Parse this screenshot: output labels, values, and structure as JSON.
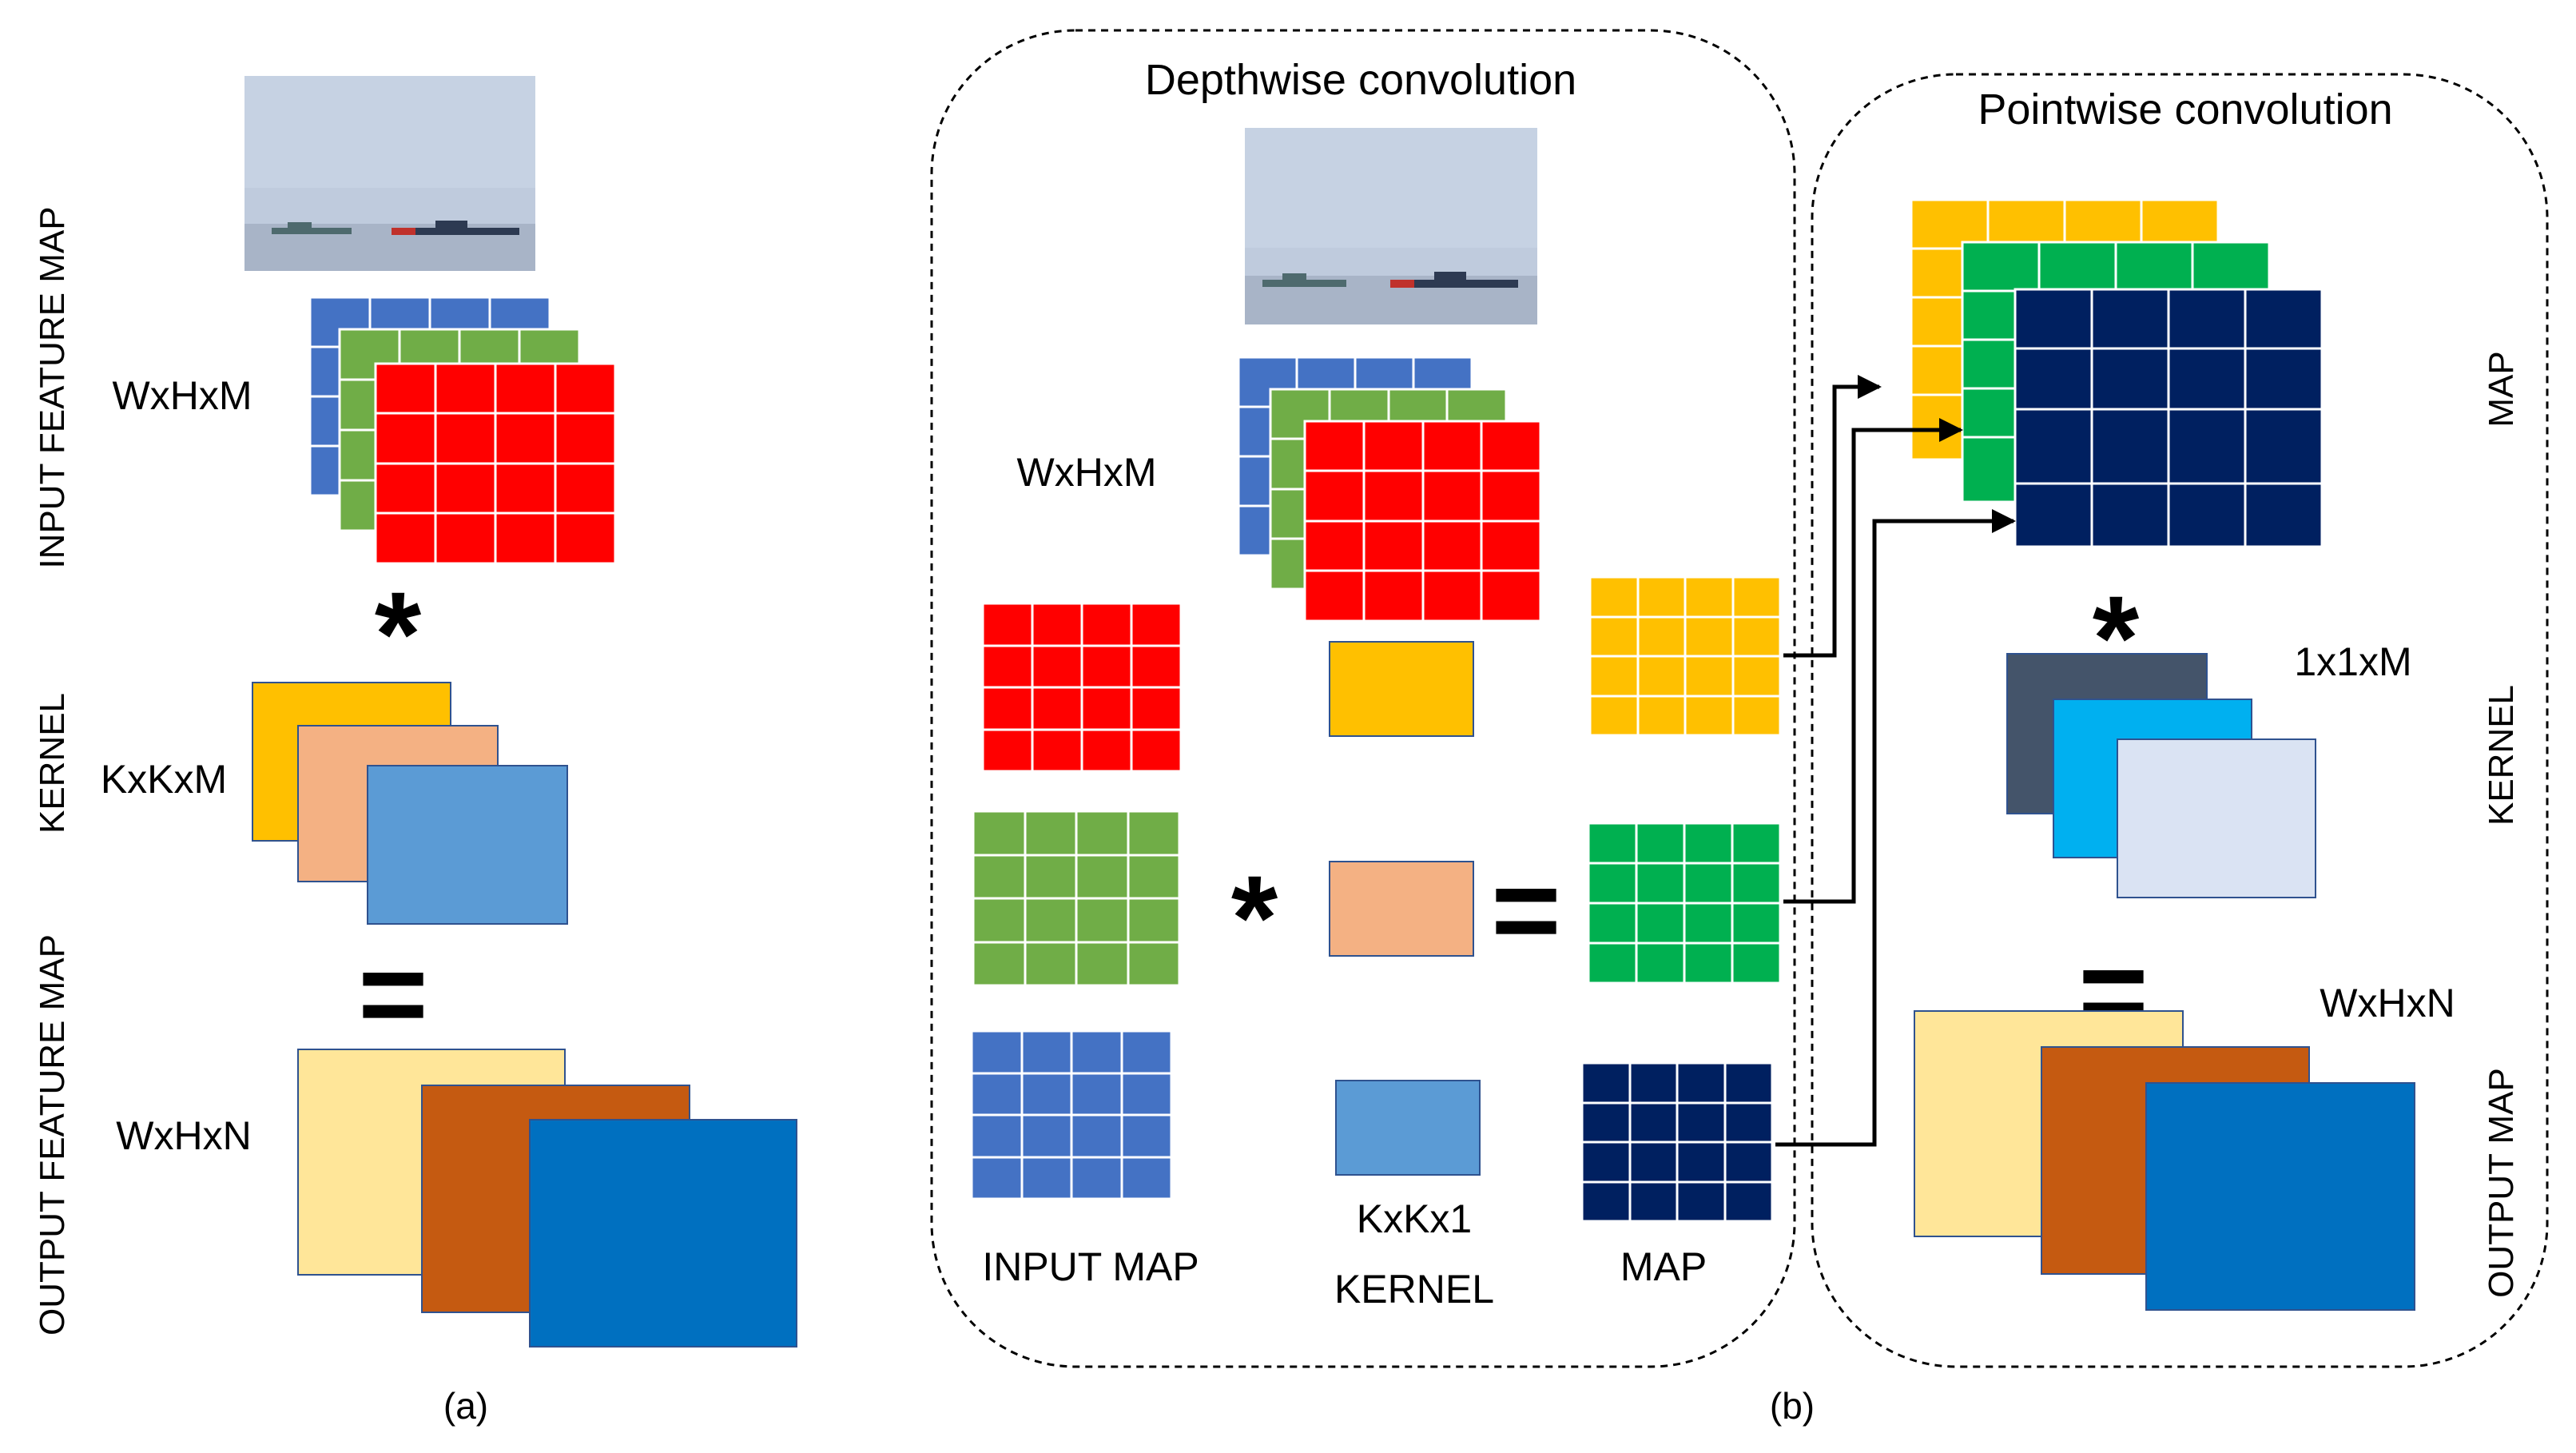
{
  "colors": {
    "blue": "#4472C4",
    "green": "#70AD47",
    "red": "#FF0000",
    "gold": "#FFC000",
    "peach": "#F4B183",
    "light_blue": "#5B9BD5",
    "pale_yellow": "#FFE699",
    "rust": "#C55A11",
    "deep_blue": "#0070C0",
    "bright_green": "#00B050",
    "navy": "#002060",
    "slate": "#44546A",
    "sky": "#00B0F0",
    "pale_blue": "#DAE3F3",
    "photo_sky": "#B9C6D9",
    "photo_sea": "#A9B6C8"
  },
  "icons": [
    "ship-photo",
    "convolution-asterisk",
    "equals-sign",
    "arrow-right"
  ],
  "panel_a": {
    "side_labels": {
      "input": "INPUT FEATURE MAP",
      "kernel": "KERNEL",
      "output": "OUTPUT FEATURE MAP"
    },
    "dims": {
      "input": "WxHxM",
      "kernel": "KxKxM",
      "output": "WxHxN"
    },
    "ops": {
      "conv": "*",
      "equals": "="
    },
    "caption": "(a)"
  },
  "panel_b": {
    "depthwise": {
      "title": "Depthwise convolution",
      "dims": {
        "input": "WxHxM",
        "kernel": "KxKx1"
      },
      "ops": {
        "conv": "*",
        "equals": "="
      },
      "labels": {
        "input_map": "INPUT MAP",
        "kernel": "KERNEL",
        "map": "MAP"
      }
    },
    "pointwise": {
      "title": "Pointwise convolution",
      "side_labels": {
        "map": "MAP",
        "kernel": "KERNEL",
        "output": "OUTPUT MAP"
      },
      "dims": {
        "kernel": "1x1xM",
        "output": "WxHxN"
      },
      "ops": {
        "conv": "*",
        "equals": "="
      }
    },
    "caption": "(b)"
  }
}
